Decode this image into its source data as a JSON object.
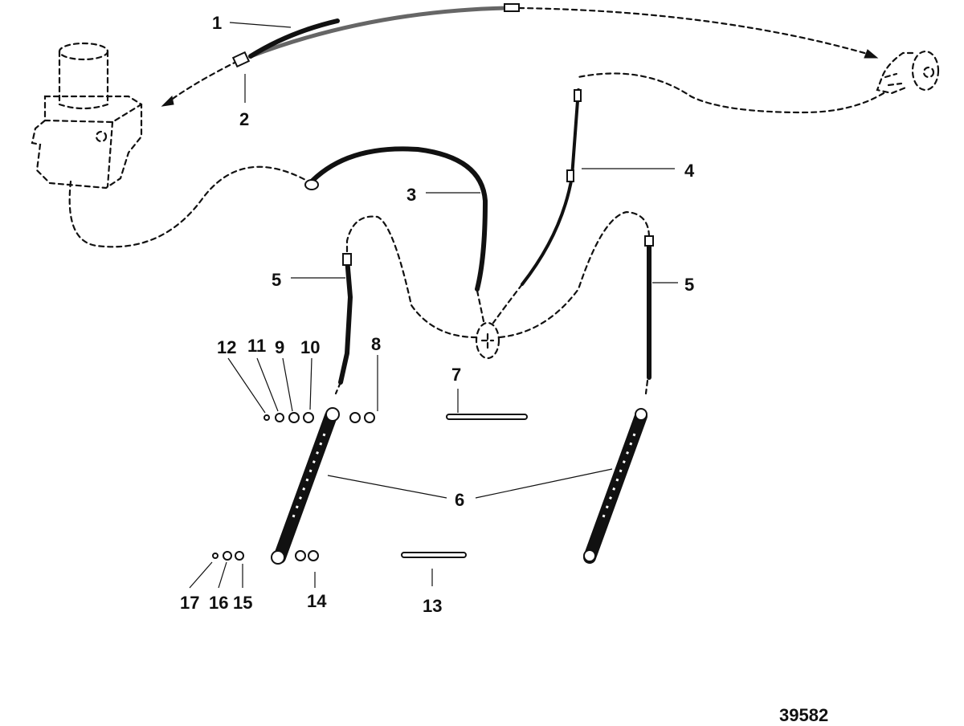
{
  "diagram": {
    "figure_number": "39582",
    "callouts": {
      "c1": "1",
      "c2": "2",
      "c3": "3",
      "c4": "4",
      "c5a": "5",
      "c5b": "5",
      "c6": "6",
      "c7": "7",
      "c8": "8",
      "c9": "9",
      "c10": "10",
      "c11": "11",
      "c12": "12",
      "c13": "13",
      "c14": "14",
      "c15": "15",
      "c16": "16",
      "c17": "17"
    }
  }
}
